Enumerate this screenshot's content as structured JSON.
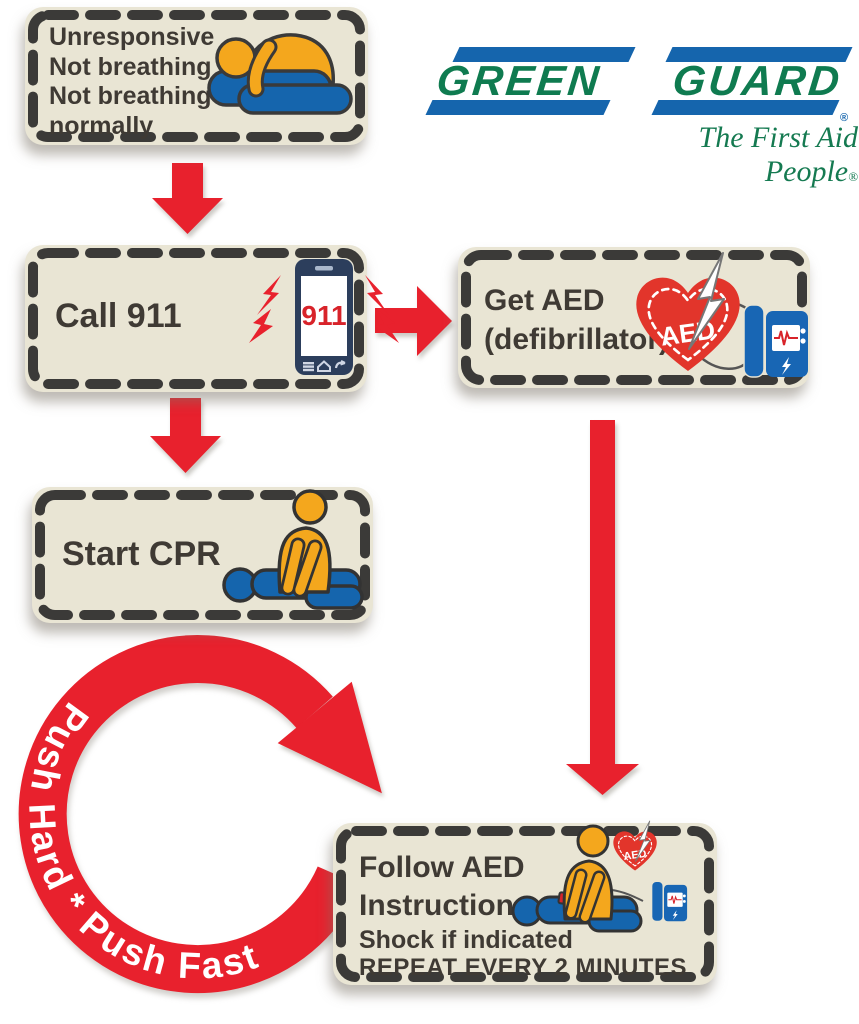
{
  "colors": {
    "red": "#e8212d",
    "cream": "#e9e5d4",
    "dash": "#3b3a38",
    "blue": "#1565ad",
    "orange": "#f4a71d",
    "green": "#0f7b50",
    "navy": "#2c3e5c",
    "text": "#3f3a34"
  },
  "logo": {
    "word1": "GREEN",
    "word2": "GUARD",
    "tagline": "The First Aid People",
    "reg": "®"
  },
  "steps": {
    "assess": {
      "line1": "Unresponsive",
      "line2": "Not breathing",
      "line3": "Not breathing normally"
    },
    "call": {
      "label": "Call 911",
      "phone_display": "911"
    },
    "aed": {
      "line1": "Get AED",
      "line2": "(defibrillator)",
      "heart_label": "AED"
    },
    "cpr": {
      "label": "Start CPR"
    },
    "loop": {
      "label": "Push Hard * Push Fast"
    },
    "follow": {
      "line1": "Follow AED",
      "line2": "Instructions -",
      "line3": "Shock if indicated",
      "line4": "REPEAT EVERY 2 MINUTES",
      "heart_label": "AED"
    }
  }
}
